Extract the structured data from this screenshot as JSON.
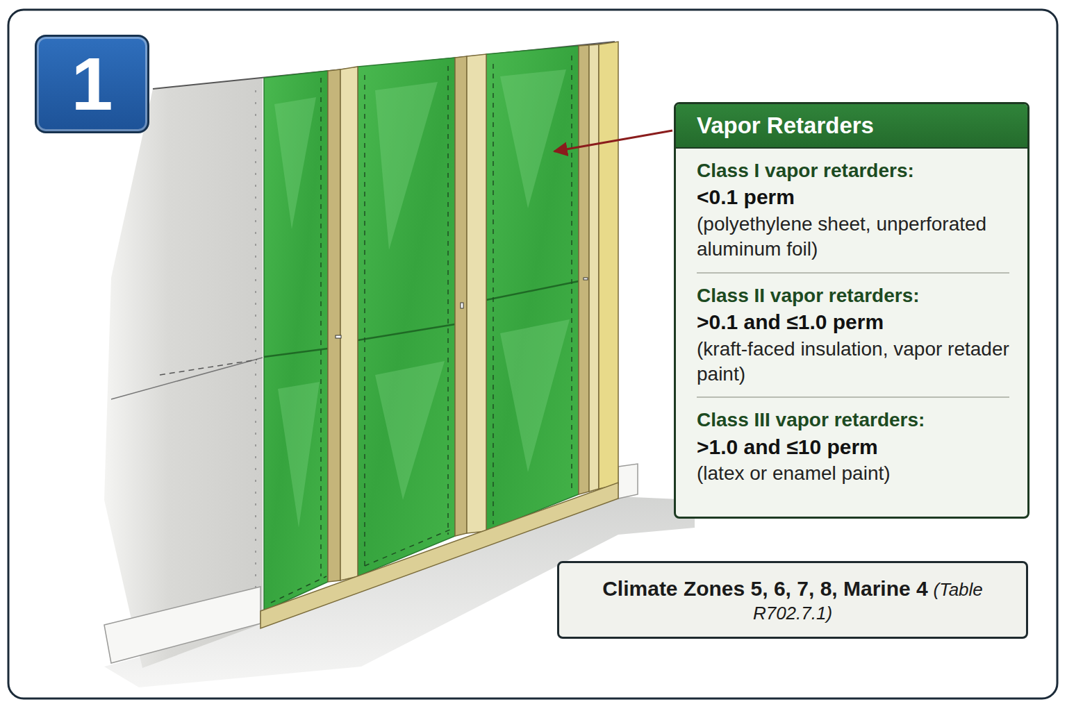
{
  "diagram": {
    "nodes": [
      {
        "text": [
          "1"
        ]
      },
      {
        "text": [
          "Vapor Retarders",
          "Class I vapor retarders:",
          "<0.1 perm",
          "(polyethylene sheet, unperforated aluminum foil)",
          "Class II vapor retarders:",
          ">0.1 and ≤1.0 perm",
          "(kraft-faced insulation, vapor retader paint)",
          "Class III vapor retarders:",
          ">1.0 and ≤10 perm",
          "(latex or enamel paint)"
        ]
      },
      {
        "text": [
          "Climate Zones 5, 6, 7, 8, Marine 4",
          "(Table R702.7.1)"
        ]
      }
    ]
  }
}
